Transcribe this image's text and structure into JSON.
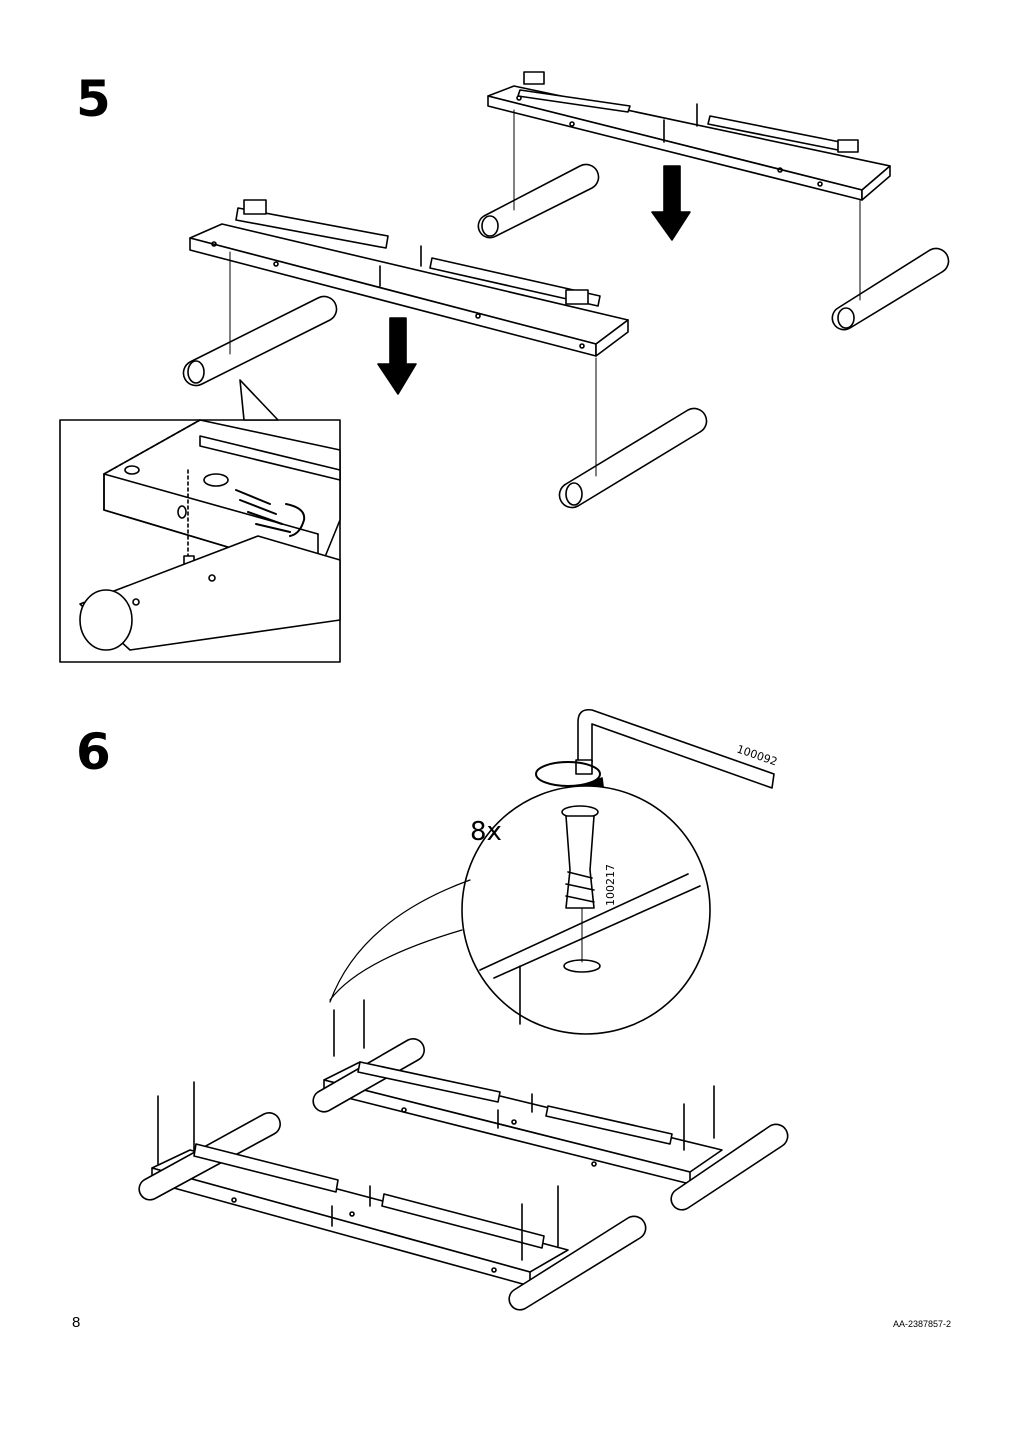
{
  "steps": [
    {
      "number": "5"
    },
    {
      "number": "6",
      "quantity": "8x",
      "tool_code": "100092",
      "screw_code": "100217"
    }
  ],
  "footer": {
    "page_number": "8",
    "article_number": "AA-2387857-2"
  },
  "icons": [
    "down-arrow-icon",
    "pointing-hand-icon",
    "rotate-arrow-icon",
    "allen-key-icon",
    "cam-screw-icon"
  ]
}
